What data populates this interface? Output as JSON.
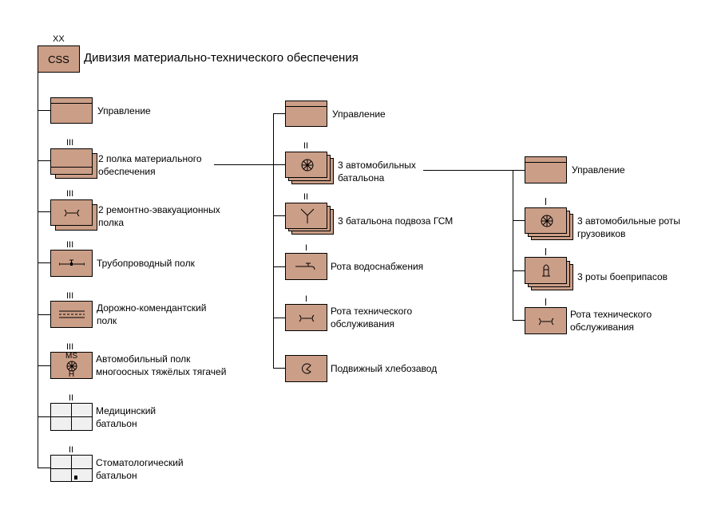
{
  "root": {
    "echelon": "XX",
    "code": "CSS",
    "title": "Дивизия материально-технического обеспечения"
  },
  "column1": [
    {
      "label_lines": [
        "Управление"
      ],
      "echelon": "",
      "symbol": "hq"
    },
    {
      "label_lines": [
        "2 полка материального",
        "обеспечения"
      ],
      "echelon": "III",
      "symbol": "supply"
    },
    {
      "label_lines": [
        "2 ремонтно-эвакуационных",
        "полка"
      ],
      "echelon": "III",
      "symbol": "maintenance"
    },
    {
      "label_lines": [
        "Трубопроводный полк"
      ],
      "echelon": "III",
      "symbol": "pipeline"
    },
    {
      "label_lines": [
        "Дорожно-комендантский",
        "полк"
      ],
      "echelon": "III",
      "symbol": "road-traffic"
    },
    {
      "label_lines": [
        "Автомобильный полк",
        "многоосных тяжёлых тягачей"
      ],
      "echelon": "III",
      "symbol": "heavy-transport",
      "sym_top": "MS",
      "sym_bottom": "H"
    },
    {
      "label_lines": [
        "Медицинский",
        "батальон"
      ],
      "echelon": "II",
      "symbol": "medical"
    },
    {
      "label_lines": [
        "Стоматологический",
        "батальон"
      ],
      "echelon": "II",
      "symbol": "dental"
    }
  ],
  "column2": [
    {
      "label_lines": [
        "Управление"
      ],
      "echelon": "",
      "symbol": "hq"
    },
    {
      "label_lines": [
        "3 автомобильных",
        "батальона"
      ],
      "echelon": "II",
      "symbol": "transport"
    },
    {
      "label_lines": [
        "3 батальона подвоза ГСМ"
      ],
      "echelon": "II",
      "symbol": "fuel"
    },
    {
      "label_lines": [
        "Рота водоснабжения"
      ],
      "echelon": "I",
      "symbol": "water"
    },
    {
      "label_lines": [
        "Рота технического",
        "обслуживания"
      ],
      "echelon": "I",
      "symbol": "maintenance"
    },
    {
      "label_lines": [
        "Подвижный хлебозавод"
      ],
      "echelon": "",
      "symbol": "bakery"
    }
  ],
  "column3": [
    {
      "label_lines": [
        "Управление"
      ],
      "echelon": "",
      "symbol": "hq"
    },
    {
      "label_lines": [
        "3 автомобильные роты",
        "грузовиков"
      ],
      "echelon": "I",
      "symbol": "transport"
    },
    {
      "label_lines": [
        "3 роты боеприпасов"
      ],
      "echelon": "I",
      "symbol": "ammunition"
    },
    {
      "label_lines": [
        "Рота технического",
        "обслуживания"
      ],
      "echelon": "I",
      "symbol": "maintenance"
    }
  ]
}
